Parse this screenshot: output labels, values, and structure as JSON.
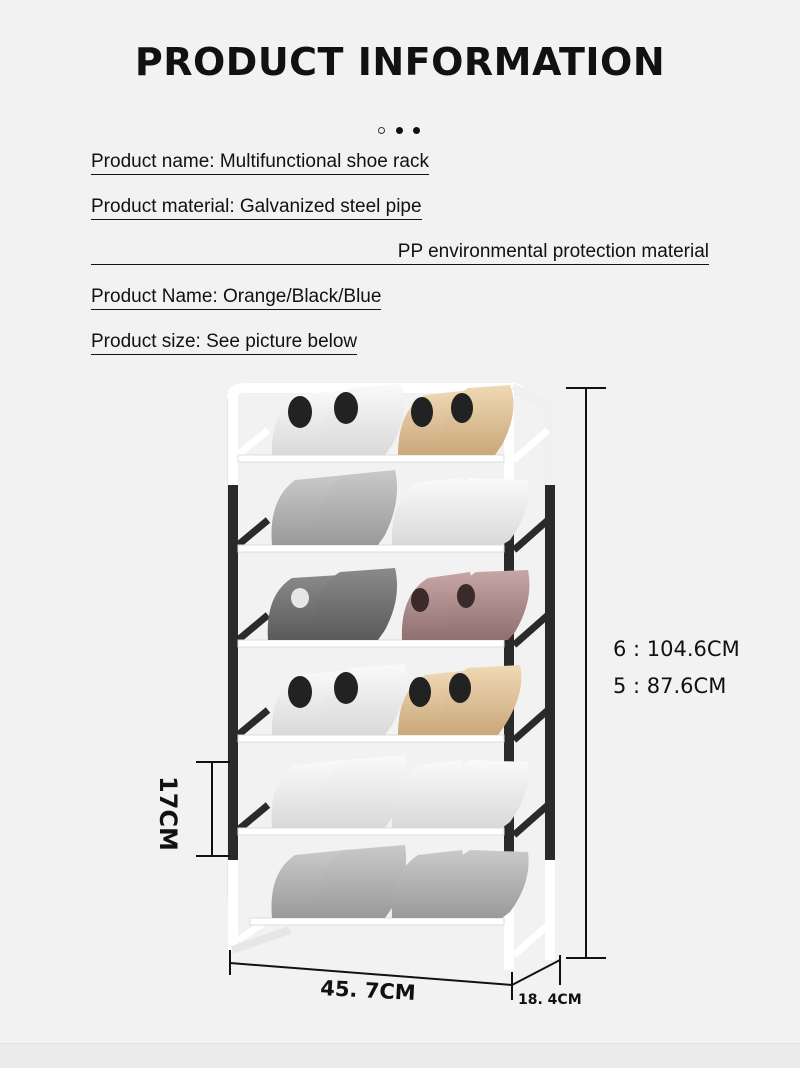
{
  "header": {
    "title": "PRODUCT INFORMATION"
  },
  "info": {
    "name": "Product name: Multifunctional shoe rack",
    "material": "Product material: Galvanized steel pipe",
    "material_2": "PP environmental protection material",
    "color": "Product Name: Orange/Black/Blue",
    "size": "Product size: See picture below"
  },
  "dimensions": {
    "height_6": "6 : 104.6CM",
    "height_5": "5 : 87.6CM",
    "shelf_gap": "17CM",
    "width": "45. 7CM",
    "depth": "18. 4CM"
  },
  "colors": {
    "background": "#f2f2f2",
    "frame_white": "#ffffff",
    "frame_black": "#2a2a2a"
  }
}
